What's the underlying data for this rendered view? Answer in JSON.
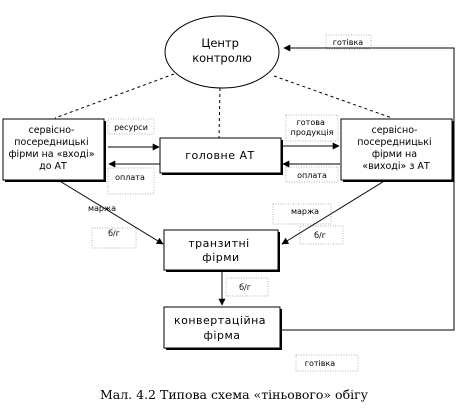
{
  "nodes": {
    "center": [
      "Центр",
      "контролю"
    ],
    "left_firms": [
      "сервісно-",
      "посередницькі",
      "фірми на «вході»",
      "до АТ"
    ],
    "main_at": [
      "головне АТ"
    ],
    "right_firms": [
      "сервісно-",
      "посередницькі",
      "фірми на",
      "«виході» з АТ"
    ],
    "transit": [
      "транзитні",
      "фірми"
    ],
    "convert": [
      "конвертаційна",
      "фірма"
    ]
  },
  "edge_labels": {
    "cash_top": "готівка",
    "resources": "ресурси",
    "payment_left": "оплата",
    "finished_product": [
      "готова",
      "продукція"
    ],
    "payment_right": "оплата",
    "margin_left": "маржа",
    "bg_left": "б/г",
    "margin_right": "маржа",
    "bg_right": "б/г",
    "bg_bottom": "б/г",
    "cash_bottom": "готівка"
  },
  "caption": "Мал. 4.2  Типова схема «тіньового» обігу"
}
